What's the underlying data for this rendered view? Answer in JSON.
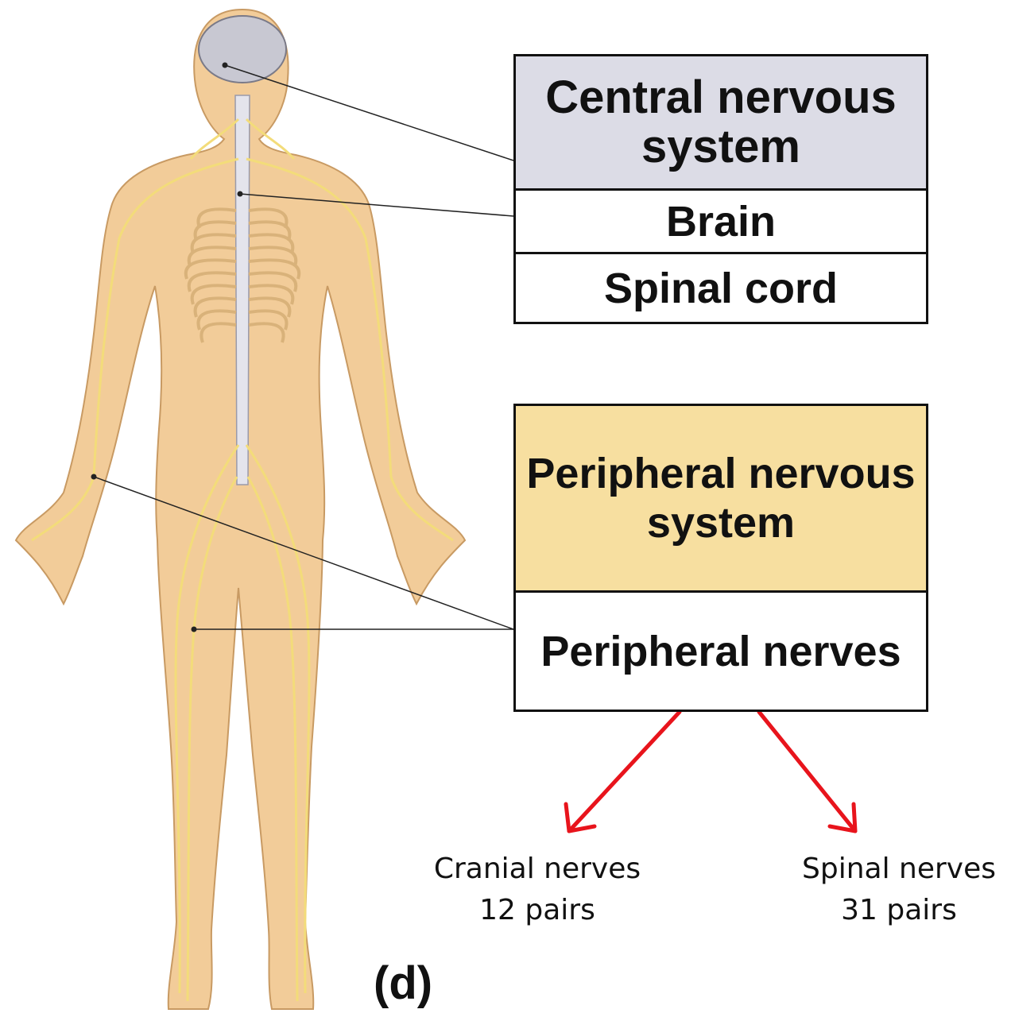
{
  "cns": {
    "title": "Central nervous system",
    "items": [
      "Brain",
      "Spinal cord"
    ],
    "fill": "#dcdce6"
  },
  "pns": {
    "title": "Peripheral nervous system",
    "items": [
      "Peripheral nerves"
    ],
    "fill": "#f7dfa0"
  },
  "branches": [
    {
      "name": "Cranial nerves",
      "count": "12 pairs"
    },
    {
      "name": "Spinal nerves",
      "count": "31 pairs"
    }
  ],
  "panel_label": "(d)",
  "colors": {
    "skin": "#f2cc99",
    "skin_outline": "#c89a63",
    "nerve": "#f3dc7a",
    "brain": "#c8c8d2",
    "arrow": "#e8141c",
    "leader": "#222222"
  }
}
